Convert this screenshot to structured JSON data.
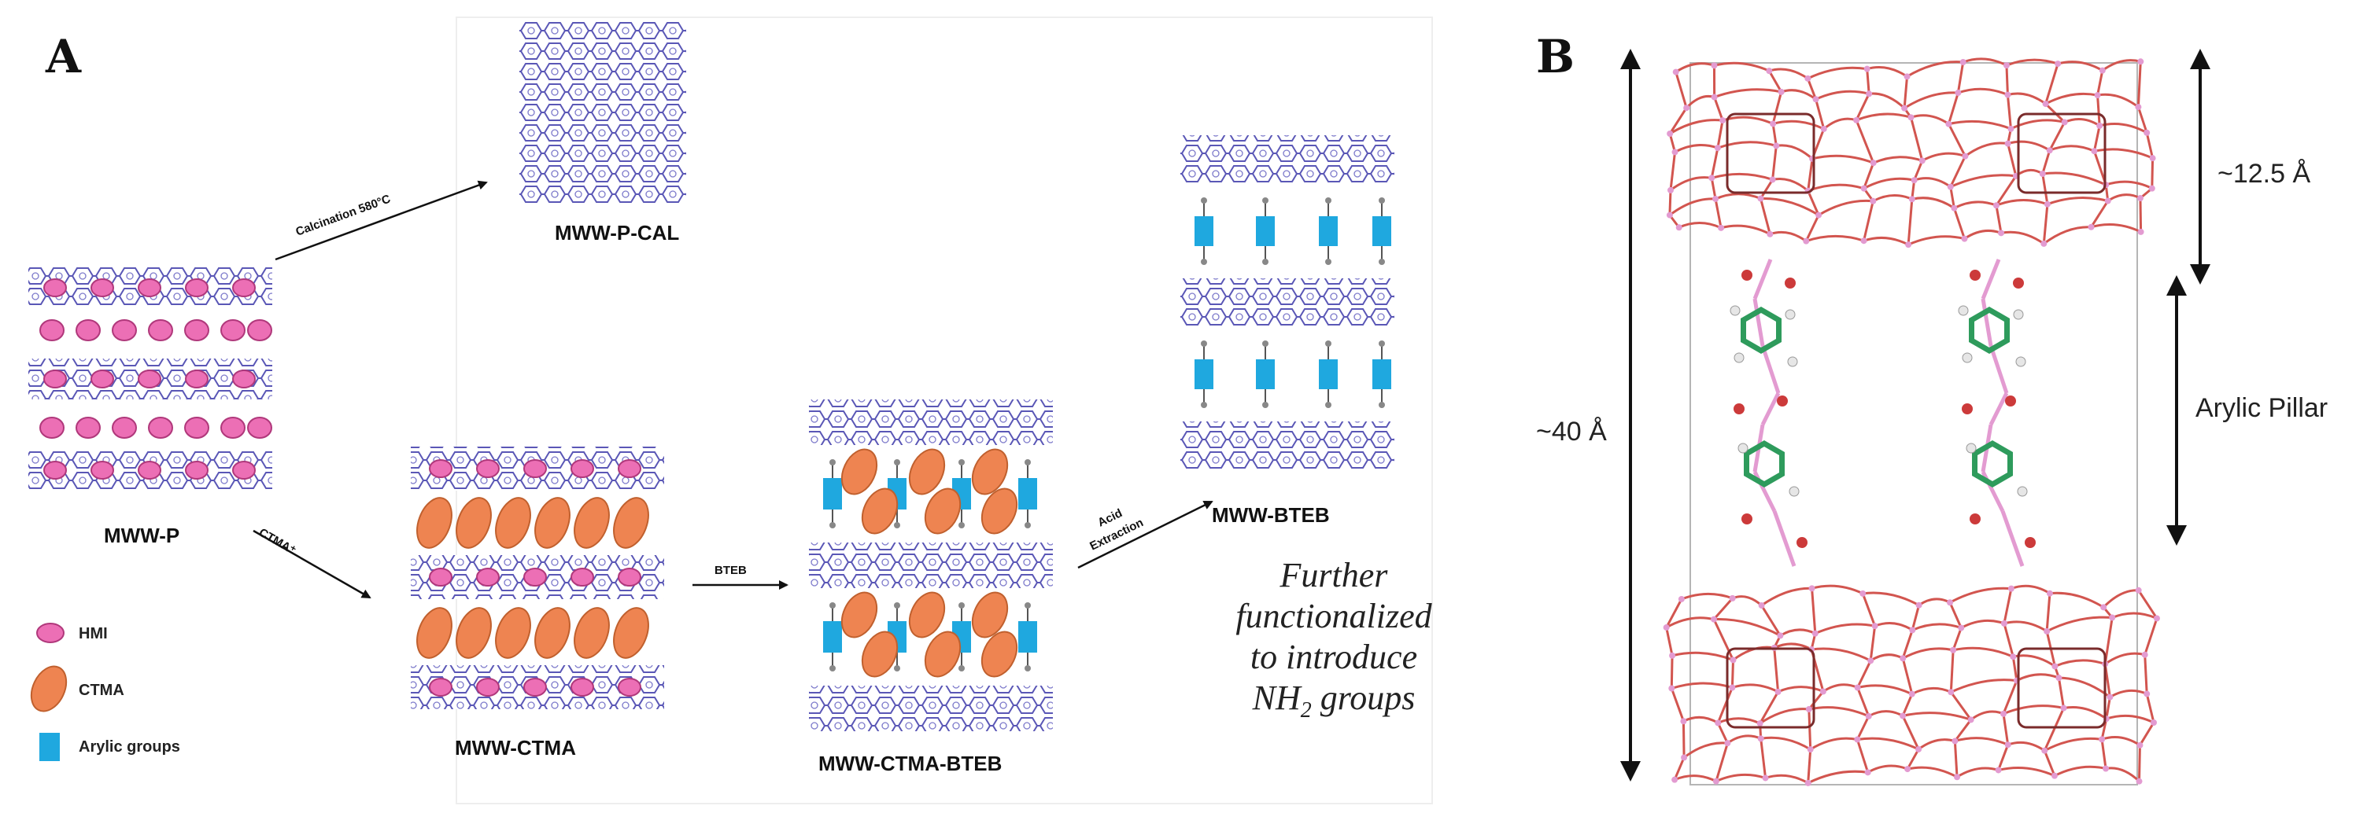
{
  "panels": {
    "a": "A",
    "b": "B"
  },
  "labels": {
    "mww_p": "MWW-P",
    "mww_p_cal": "MWW-P-CAL",
    "mww_ctma": "MWW-CTMA",
    "mww_ctma_bteb": "MWW-CTMA-BTEB",
    "mww_bteb": "MWW-BTEB"
  },
  "arrows": {
    "calcination": "Calcination 580°C",
    "ctma": "CTMA⁺",
    "bteb": "BTEB",
    "acid": "Acid",
    "extraction": "Extraction"
  },
  "legend": {
    "hmi": "HMI",
    "ctma": "CTMA",
    "arylic": "Arylic groups"
  },
  "note": {
    "line1": "Further",
    "line2": "functionalized",
    "line3": "to introduce",
    "line4_main": "NH",
    "line4_sub": "2",
    "line4_rest": " groups"
  },
  "dimensions": {
    "total": "~40 Å",
    "layer": "~12.5 Å",
    "pillar": "Arylic Pillar"
  },
  "colors": {
    "framework": "#5a57b6",
    "hmi": "#ec6fb5",
    "ctma": "#ee8451",
    "arylic": "#1fa8df",
    "zeolite_red": "#d2554f",
    "zeolite_pink": "#e39bd1",
    "aryl_green": "#2e9b5c"
  }
}
